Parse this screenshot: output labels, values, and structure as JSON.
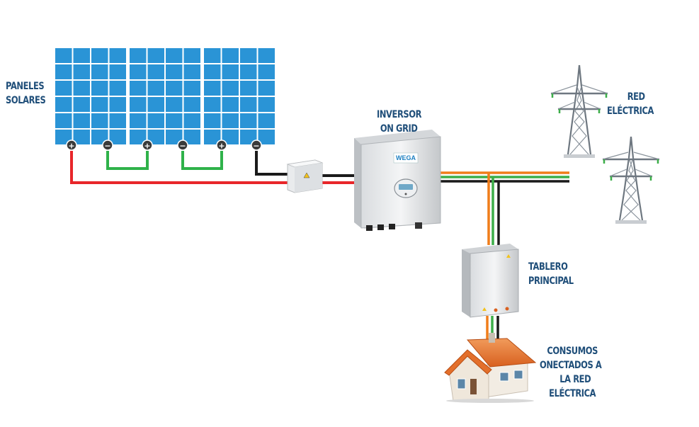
{
  "labels": {
    "paneles": [
      "PANELES",
      "SOLARES"
    ],
    "inversor": [
      "INVERSOR",
      "ON GRID"
    ],
    "red": [
      "RED",
      "ELÉCTRICA"
    ],
    "tablero": [
      "TABLERO",
      "PRINCIPAL"
    ],
    "consumos": [
      "CONSUMOS",
      "ONECTADOS A",
      "LA RED",
      "ELÉCTRICA"
    ]
  },
  "inverter_brand": "WEGA",
  "panels": {
    "count": 3,
    "rows": 6,
    "cols": 4,
    "color": "#2a94d6"
  },
  "terminals": [
    "+",
    "−",
    "+",
    "−",
    "+",
    "−"
  ],
  "wire_colors": {
    "positive": "#e8262a",
    "negative": "#1a1a1a",
    "bridge": "#2fb24a",
    "phase": "#f07d1a",
    "ground": "#3cae49"
  }
}
